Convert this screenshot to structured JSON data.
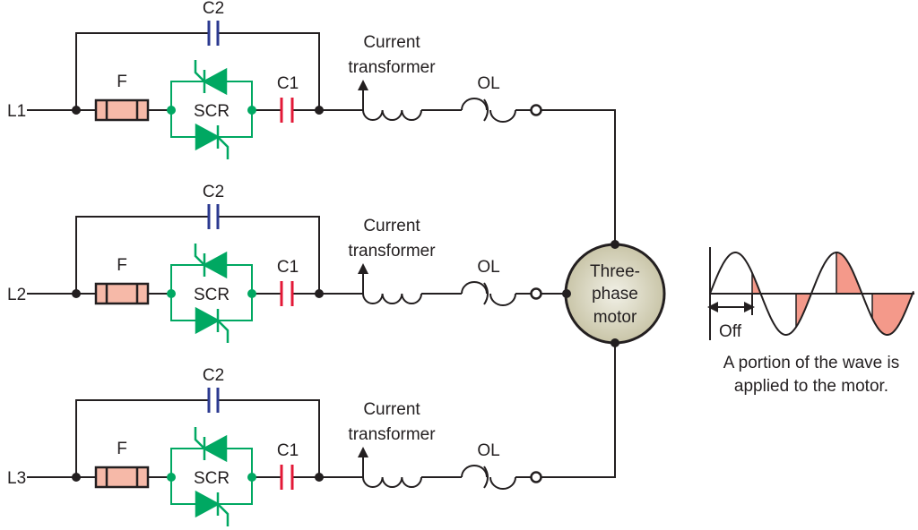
{
  "lines": [
    {
      "label": "L1",
      "fuse": "F",
      "scr": "SCR",
      "c1": "C1",
      "c2": "C2",
      "ct": [
        "Current",
        "transformer"
      ],
      "ol": "OL"
    },
    {
      "label": "L2",
      "fuse": "F",
      "scr": "SCR",
      "c1": "C1",
      "c2": "C2",
      "ct": [
        "Current",
        "transformer"
      ],
      "ol": "OL"
    },
    {
      "label": "L3",
      "fuse": "F",
      "scr": "SCR",
      "c1": "C1",
      "c2": "C2",
      "ct": [
        "Current",
        "transformer"
      ],
      "ol": "OL"
    }
  ],
  "motor": {
    "lines": [
      "Three-",
      "phase",
      "motor"
    ]
  },
  "waveform": {
    "off_label": "Off",
    "caption": [
      "A portion of the wave is",
      "applied to the motor."
    ]
  },
  "colors": {
    "wire": "#231f20",
    "scr": "#00a862",
    "c1": "#e31937",
    "c2": "#2b3990",
    "fuse_fill": "#f6b9a8",
    "wave_fill": "#f4998a",
    "motor_fill": "#d8d5be"
  }
}
